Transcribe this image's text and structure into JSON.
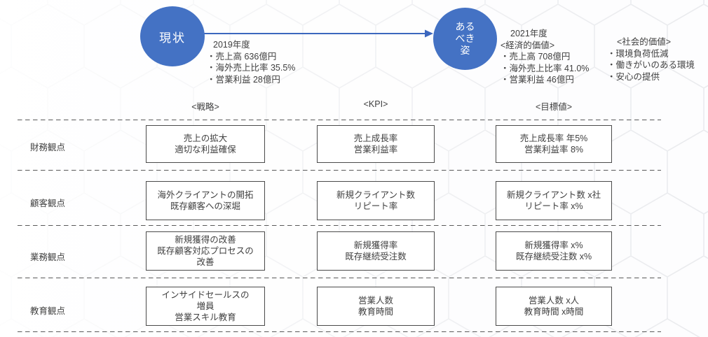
{
  "circles": {
    "current": "現状",
    "ideal": "ある\nべき\n姿"
  },
  "stats2019": {
    "title": "2019年度",
    "items": [
      "・売上高 636億円",
      "・海外売上比率 35.5%",
      "・営業利益 28億円"
    ]
  },
  "stats2021": {
    "title": "2021年度",
    "subtitle": "<経済的価値>",
    "items": [
      "・売上高 708億円",
      "・海外売上比率 41.0%",
      "・営業利益 46億円"
    ]
  },
  "social": {
    "title": "<社会的価値>",
    "items": [
      "・環境負荷低減",
      "・働きがいのある環境",
      "・安心の提供"
    ]
  },
  "columns": {
    "strategy": "<戦略>",
    "kpi": "<KPI>",
    "target": "<目標値>"
  },
  "rows": [
    {
      "label": "財務観点",
      "strategy": "売上の拡大\n適切な利益確保",
      "kpi": "売上成長率\n営業利益率",
      "target": "売上成長率 年5%\n営業利益率 8%"
    },
    {
      "label": "顧客観点",
      "strategy": "海外クライアントの開拓\n既存顧客への深堀",
      "kpi": "新規クライアント数\nリピート率",
      "target": "新規クライアント数 x社\nリピート率 x%"
    },
    {
      "label": "業務観点",
      "strategy": "新規獲得の改善\n既存顧客対応プロセスの\n改善",
      "kpi": "新規獲得率\n既存継続受注数",
      "target": "新規獲得率 x%\n既存継続受注数 x%"
    },
    {
      "label": "教育観点",
      "strategy": "インサイドセールスの\n増員\n営業スキル教育",
      "kpi": "営業人数\n教育時間",
      "target": "営業人数 x人\n教育時間 x時間"
    }
  ],
  "colors": {
    "accent_blue": "#4472c4",
    "line_gray": "#595959",
    "text": "#3f3f3f"
  }
}
